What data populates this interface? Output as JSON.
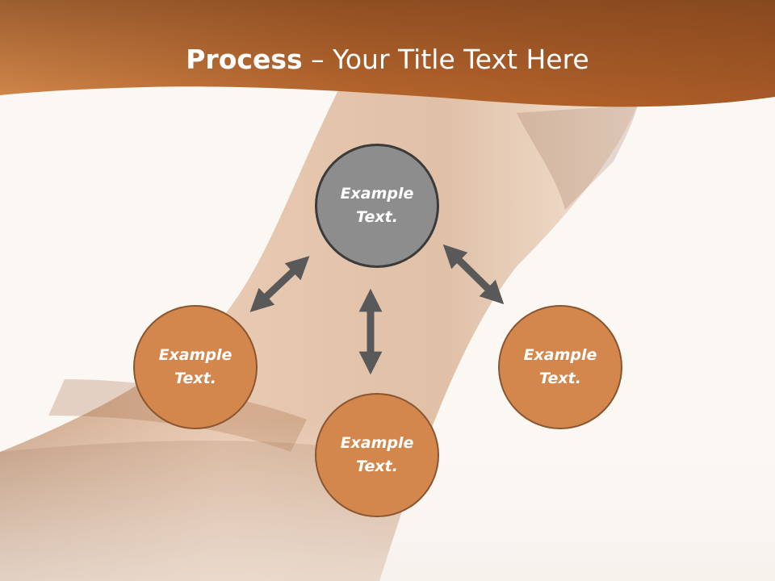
{
  "slide": {
    "title_bold": "Process",
    "title_rest": " – Your Title Text Here"
  },
  "colors": {
    "banner_dark": "#7a4420",
    "banner_mid": "#b8672e",
    "banner_light": "#d68a4c",
    "node_orange": "#d4874d",
    "node_gray": "#8d8d8d",
    "arrow": "#595959",
    "background": "#fbf7f3"
  },
  "nodes": {
    "center": {
      "line1": "Example",
      "line2": "Text."
    },
    "left": {
      "line1": "Example",
      "line2": "Text."
    },
    "bottom": {
      "line1": "Example",
      "line2": "Text."
    },
    "right": {
      "line1": "Example",
      "line2": "Text."
    }
  },
  "arrows": [
    "double-arrow-icon",
    "double-arrow-icon",
    "double-arrow-icon"
  ]
}
